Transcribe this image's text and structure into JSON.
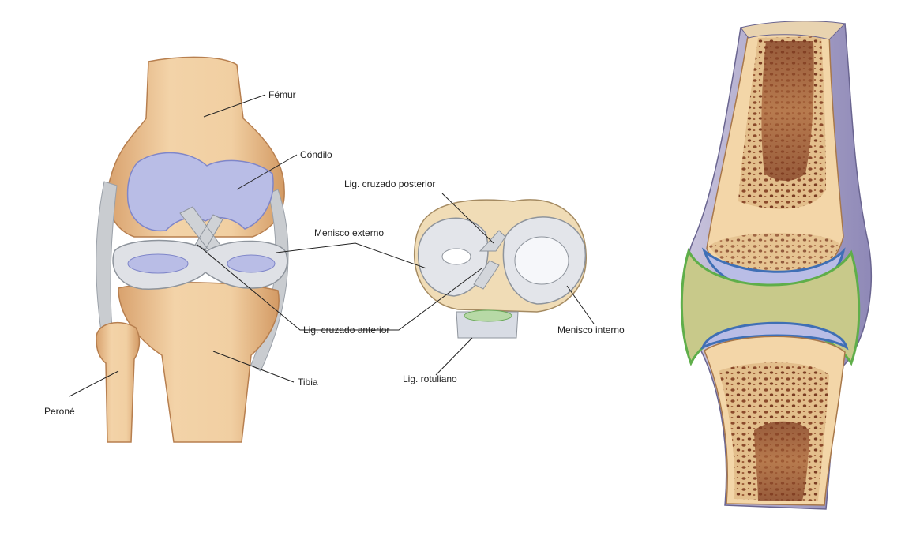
{
  "labels": {
    "femur": "Fémur",
    "condilo": "Cóndilo",
    "menisco_externo": "Menisco externo",
    "lig_cruzado_anterior": "Lig. cruzado anterior",
    "tibia": "Tibia",
    "perone": "Peroné",
    "lig_cruzado_posterior": "Lig. cruzado posterior",
    "menisco_interno": "Menisco interno",
    "lig_rotuliano": "Lig. rotuliano"
  },
  "colors": {
    "bone": "#f1cfa2",
    "bone_shade": "#d9a26e",
    "cartilage": "#b9bde6",
    "cartilage_edge": "#7f86c9",
    "ligament": "#c9ccd0",
    "menisco": "#dfe1e6",
    "marrow_dark": "#8b4a2b",
    "marrow_light": "#e8c99a",
    "capsule": "#a8a3c9",
    "synovial": "#c8c98a",
    "synovial_edge": "#5fae4a",
    "joint_blue": "#3f6fb5",
    "leader": "#222222"
  }
}
